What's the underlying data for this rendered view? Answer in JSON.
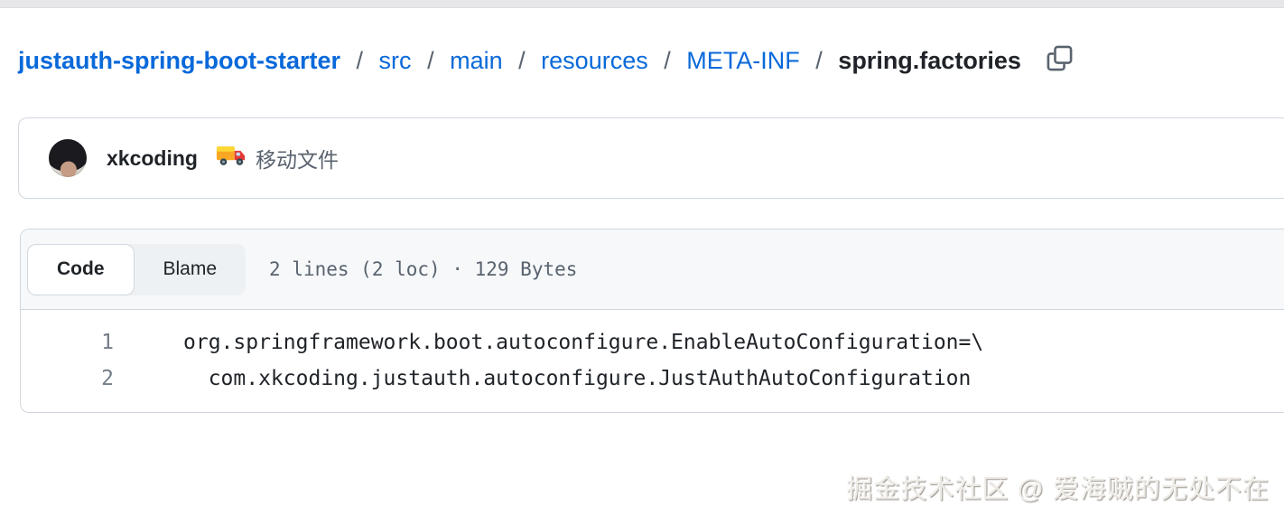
{
  "breadcrumb": {
    "repo": "justauth-spring-boot-starter",
    "separator": "/",
    "links": [
      "src",
      "main",
      "resources",
      "META-INF"
    ],
    "current_file": "spring.factories"
  },
  "commit": {
    "author": "xkcoding",
    "message": "🚚 移动文件",
    "emoji": "🚚",
    "message_text": "移动文件"
  },
  "file_view": {
    "tabs": {
      "code": "Code",
      "blame": "Blame"
    },
    "meta": "2 lines (2 loc) · 129 Bytes",
    "lines": [
      {
        "number": "1",
        "text": "org.springframework.boot.autoconfigure.EnableAutoConfiguration=\\"
      },
      {
        "number": "2",
        "text": "  com.xkcoding.justauth.autoconfigure.JustAuthAutoConfiguration"
      }
    ]
  },
  "watermark": "掘金技术社区 @ 爱海贼的无处不在",
  "colors": {
    "link_blue": "#0969da",
    "text": "#1f2328",
    "muted": "#59636e",
    "border": "#d0d7de",
    "header_bg": "#f6f8fa"
  }
}
